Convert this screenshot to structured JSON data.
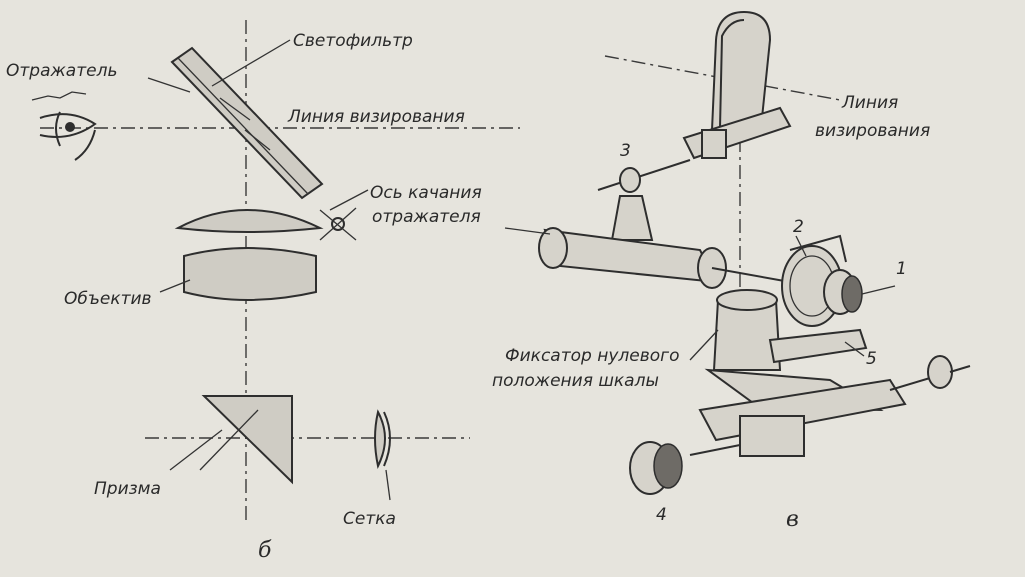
{
  "left_diagram": {
    "labels": {
      "filter": "Светофильтр",
      "reflector": "Отражатель",
      "sight_line": "Линия визирования",
      "swing_axis_1": "Ось качания",
      "swing_axis_2": "отражателя",
      "objective": "Объектив",
      "prism": "Призма",
      "reticle": "Сетка"
    },
    "caption": "б"
  },
  "right_diagram": {
    "labels": {
      "sight_line_1": "Линия",
      "sight_line_2": "визирования",
      "fixator_1": "Фиксатор нулевого",
      "fixator_2": "положения шкалы"
    },
    "numbers": [
      "1",
      "2",
      "3",
      "4",
      "5"
    ],
    "caption": "в"
  }
}
